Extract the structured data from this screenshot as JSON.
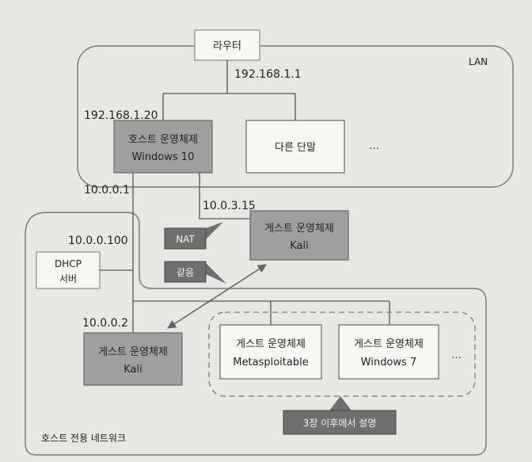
{
  "router": {
    "label": "라우터"
  },
  "lan": {
    "label": "LAN"
  },
  "host_only_network": {
    "label": "호스트 전용 네트워크"
  },
  "ips": {
    "router_ip": "192.168.1.1",
    "host_lan_ip": "192.168.1.20",
    "host_hostonly_ip": "10.0.0.1",
    "nat_ip": "10.0.3.15",
    "dhcp_ip": "10.0.0.100",
    "kali_hostonly_ip": "10.0.0.2"
  },
  "host_os": {
    "line1": "호스트 운영체제",
    "line2": "Windows 10"
  },
  "other_terminal": {
    "label": "다른 단말"
  },
  "lan_more": "…",
  "guest_kali_nat": {
    "line1": "게스트 운영체제",
    "line2": "Kali"
  },
  "nat_tag": "NAT",
  "same_tag": "같음",
  "dhcp": {
    "line1": "DHCP",
    "line2": "서버"
  },
  "guest_kali": {
    "line1": "게스트 운영체제",
    "line2": "Kali"
  },
  "guest_meta": {
    "line1": "게스트 운영체제",
    "line2": "Metasploitable"
  },
  "guest_win7": {
    "line1": "게스트 운영체제",
    "line2": "Windows 7"
  },
  "hostonly_more": "…",
  "chapter_note": "3장 이후에서 설명",
  "colors": {
    "gray_box": "#9f9f9f",
    "white_box": "#f7f6f3",
    "dark_tag": "#6f6f6f",
    "line": "#555555"
  }
}
